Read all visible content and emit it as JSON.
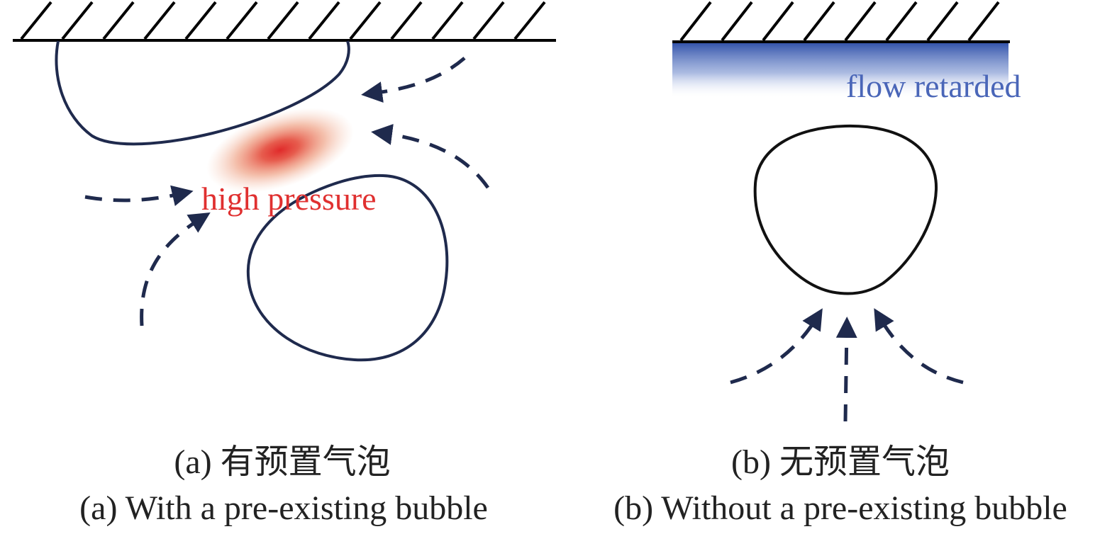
{
  "panel_a": {
    "annotation": "high pressure",
    "caption_cn": "(a) 有预置气泡",
    "caption_en": "(a) With a pre-existing bubble"
  },
  "panel_b": {
    "annotation": "flow retarded",
    "caption_cn": "(b) 无预置气泡",
    "caption_en": "(b) Without a pre-existing bubble"
  },
  "colors": {
    "outline": "#1f2a4d",
    "arrow": "#1f2a4d",
    "wall": "#000000",
    "high_pressure": "#e03030",
    "flow_retarded": "#4a66b8",
    "caption": "#222222"
  }
}
